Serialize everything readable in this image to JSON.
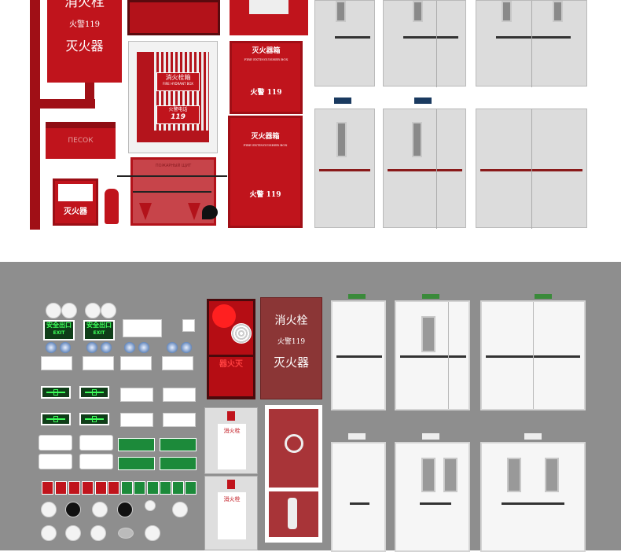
{
  "top": {
    "cabinet": {
      "title": "消火栓",
      "alarm": "火警119",
      "label": "灭火器"
    },
    "sand_box": {
      "label": "ПЕСОК"
    },
    "hydrant_box": {
      "sign1": "消火栓箱",
      "sign1_en": "FIRE HYDRANT BOX",
      "sign2": "火警电话",
      "sign2_num": "119"
    },
    "ext_box_upper": {
      "title": "灭火器箱",
      "title_en": "FIRE EXTINGUISHER BOX",
      "alarm": "火警  119"
    },
    "ext_box_lower": {
      "title": "灭火器箱",
      "title_en": "FIRE EXTINGUISHER BOX",
      "alarm": "火警  119"
    },
    "small_box": {
      "label": "灭火器"
    },
    "fire_shield": {
      "label": "ПОЖАРНЫЙ ЩИТ"
    }
  },
  "bottom": {
    "exit_signs": [
      {
        "cn": "安全出口",
        "en": "EXIT"
      },
      {
        "cn": "安全出口",
        "en": "EXIT"
      }
    ],
    "hydrant_cabinet": {
      "label": "灭火器"
    },
    "brown_cabinet": {
      "title": "消火栓",
      "alarm": "火警119",
      "label": "灭火器"
    },
    "grey_cabinets": [
      {
        "label": "消火栓"
      },
      {
        "label": "消火栓"
      }
    ]
  },
  "colors": {
    "red": "#c0141c",
    "grey_bg": "#8e8e8e",
    "brown": "#8b3636",
    "exit_green": "#3dff5a"
  }
}
